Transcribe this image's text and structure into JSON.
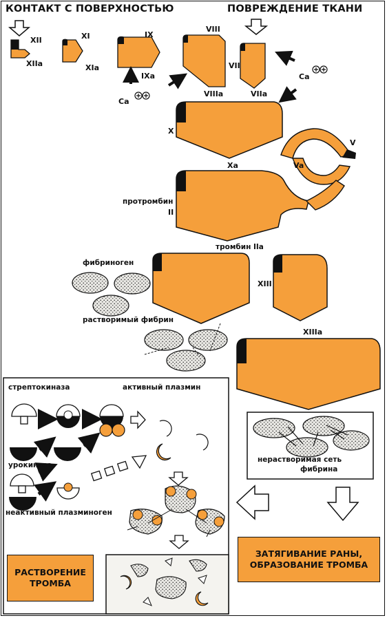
{
  "headers": {
    "contact": "КОНТАКТ С ПОВЕРХНОСТЬЮ",
    "tissue": "ПОВРЕЖДЕНИЕ ТКАНИ"
  },
  "factors": {
    "xii": "XII",
    "xiia": "XIIa",
    "xi": "XI",
    "xia": "XIa",
    "ix": "IX",
    "ixa": "IXa",
    "viii": "VIII",
    "viiia": "VIIIa",
    "vii": "VII",
    "viia": "VIIa",
    "ca1": "Ca",
    "ca2": "Ca",
    "x": "X",
    "xa": "Xa",
    "v": "V",
    "va": "Va",
    "prothrombin": "протромбин",
    "ii": "II",
    "thrombin": "тромбин IIa",
    "fibrinogen": "фибриноген",
    "xiii": "XIII",
    "soluble_fibrin": "растворимый фибрин",
    "xiiia": "XIIIa"
  },
  "fibrinolysis": {
    "streptokinase": "стрептокиназа",
    "active_plasmin": "активный плазмин",
    "urokinase": "урокиназа",
    "inactive_plasminogen": "неактивный плазминоген"
  },
  "insoluble_net": {
    "line1": "нерастворимая сеть",
    "line2": "фибрина"
  },
  "boxes": {
    "dissolution_1": "РАСТВОРЕНИЕ",
    "dissolution_2": "ТРОМБА",
    "healing_1": "ЗАТЯГИВАНИЕ РАНЫ,",
    "healing_2": "ОБРАЗОВАНИЕ ТРОМБА"
  },
  "colors": {
    "protein": "#f59f3b",
    "cell_fill": "#e7e6e2",
    "outline": "#111111"
  }
}
